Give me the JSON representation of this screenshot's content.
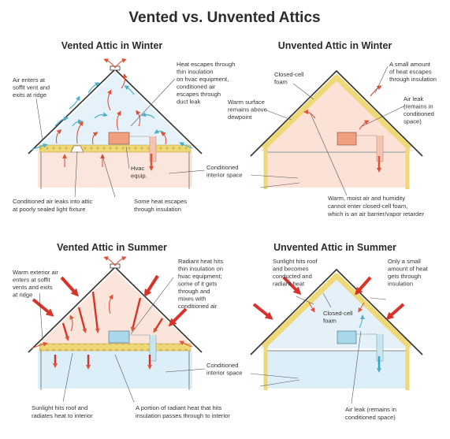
{
  "title": "Vented vs. Unvented Attics",
  "panels": {
    "vw": {
      "title": "Vented Attic in Winter",
      "labels": {
        "air_enters": [
          "Air enters at",
          "soffit vent and",
          "exits at ridge"
        ],
        "heat_escapes": [
          "Heat escapes through",
          "thin insulation",
          "on hvac equipment,",
          "conditioned air",
          "escapes through",
          "duct leak"
        ],
        "hvac": [
          "Hvac",
          "equip."
        ],
        "conditioned_leak": [
          "Conditioned air leaks into attic",
          "at poorly sealed light fixture"
        ],
        "some_heat": [
          "Some heat escapes",
          "through insulation"
        ]
      }
    },
    "uw": {
      "title": "Unvented Attic in Winter",
      "labels": {
        "closed_cell": [
          "Closed-cell",
          "foam"
        ],
        "small_heat": [
          "A small amount",
          "of heat escapes",
          "through insulation"
        ],
        "warm_surface": [
          "Warm surface",
          "remains above",
          "dewpoint"
        ],
        "air_leak": [
          "Air leak",
          "(remains in",
          "conditioned",
          "space)"
        ],
        "warm_moist": [
          "Warm, moist air and humidity",
          "cannot enter closed-cell foam,",
          "which is an air barrier/vapor retarder"
        ]
      }
    },
    "vs": {
      "title": "Vented Attic in Summer",
      "labels": {
        "warm_exterior": [
          "Warm exterior air",
          "enters at soffit",
          "vents and exits",
          "at ridge"
        ],
        "radiant_hits": [
          "Radiant heat hits",
          "thin insulation on",
          "hvac equipment;",
          "some of it gets",
          "through and",
          "mixes with",
          "conditioned air"
        ],
        "sunlight_hits": [
          "Sunlight hits roof and",
          "radiates heat to interior"
        ],
        "portion_radiant": [
          "A portion of radiant heat that hits",
          "insulation passes through to interior"
        ]
      }
    },
    "us": {
      "title": "Unvented Attic in Summer",
      "labels": {
        "sunlight_conducted": [
          "Sunlight hits roof",
          "and becomes",
          "conducted and",
          "radiant heat"
        ],
        "closed_cell": [
          "Closed-cell",
          "foam"
        ],
        "only_small": [
          "Only a small",
          "amount of heat",
          "gets through",
          "insulation"
        ],
        "air_leak": [
          "Air leak (remains in",
          "conditioned space)"
        ]
      }
    }
  },
  "shared": {
    "conditioned_interior": [
      "Conditioned",
      "interior space"
    ]
  },
  "colors": {
    "interior_winter": "#fbe6dd",
    "interior_summer": "#dceef8",
    "attic_winter_vented": "#e6f2f9",
    "attic_summer_vented": "#fbe5db",
    "attic_unvented_winter": "#fbe1d6",
    "attic_unvented_summer": "#e4f1f9",
    "insulation": "#efd878",
    "heat_arrow": "#e0533b",
    "cold_arrow": "#4fb0c8",
    "hvac_winter": "#f29f80",
    "hvac_summer": "#a9d8ea"
  }
}
